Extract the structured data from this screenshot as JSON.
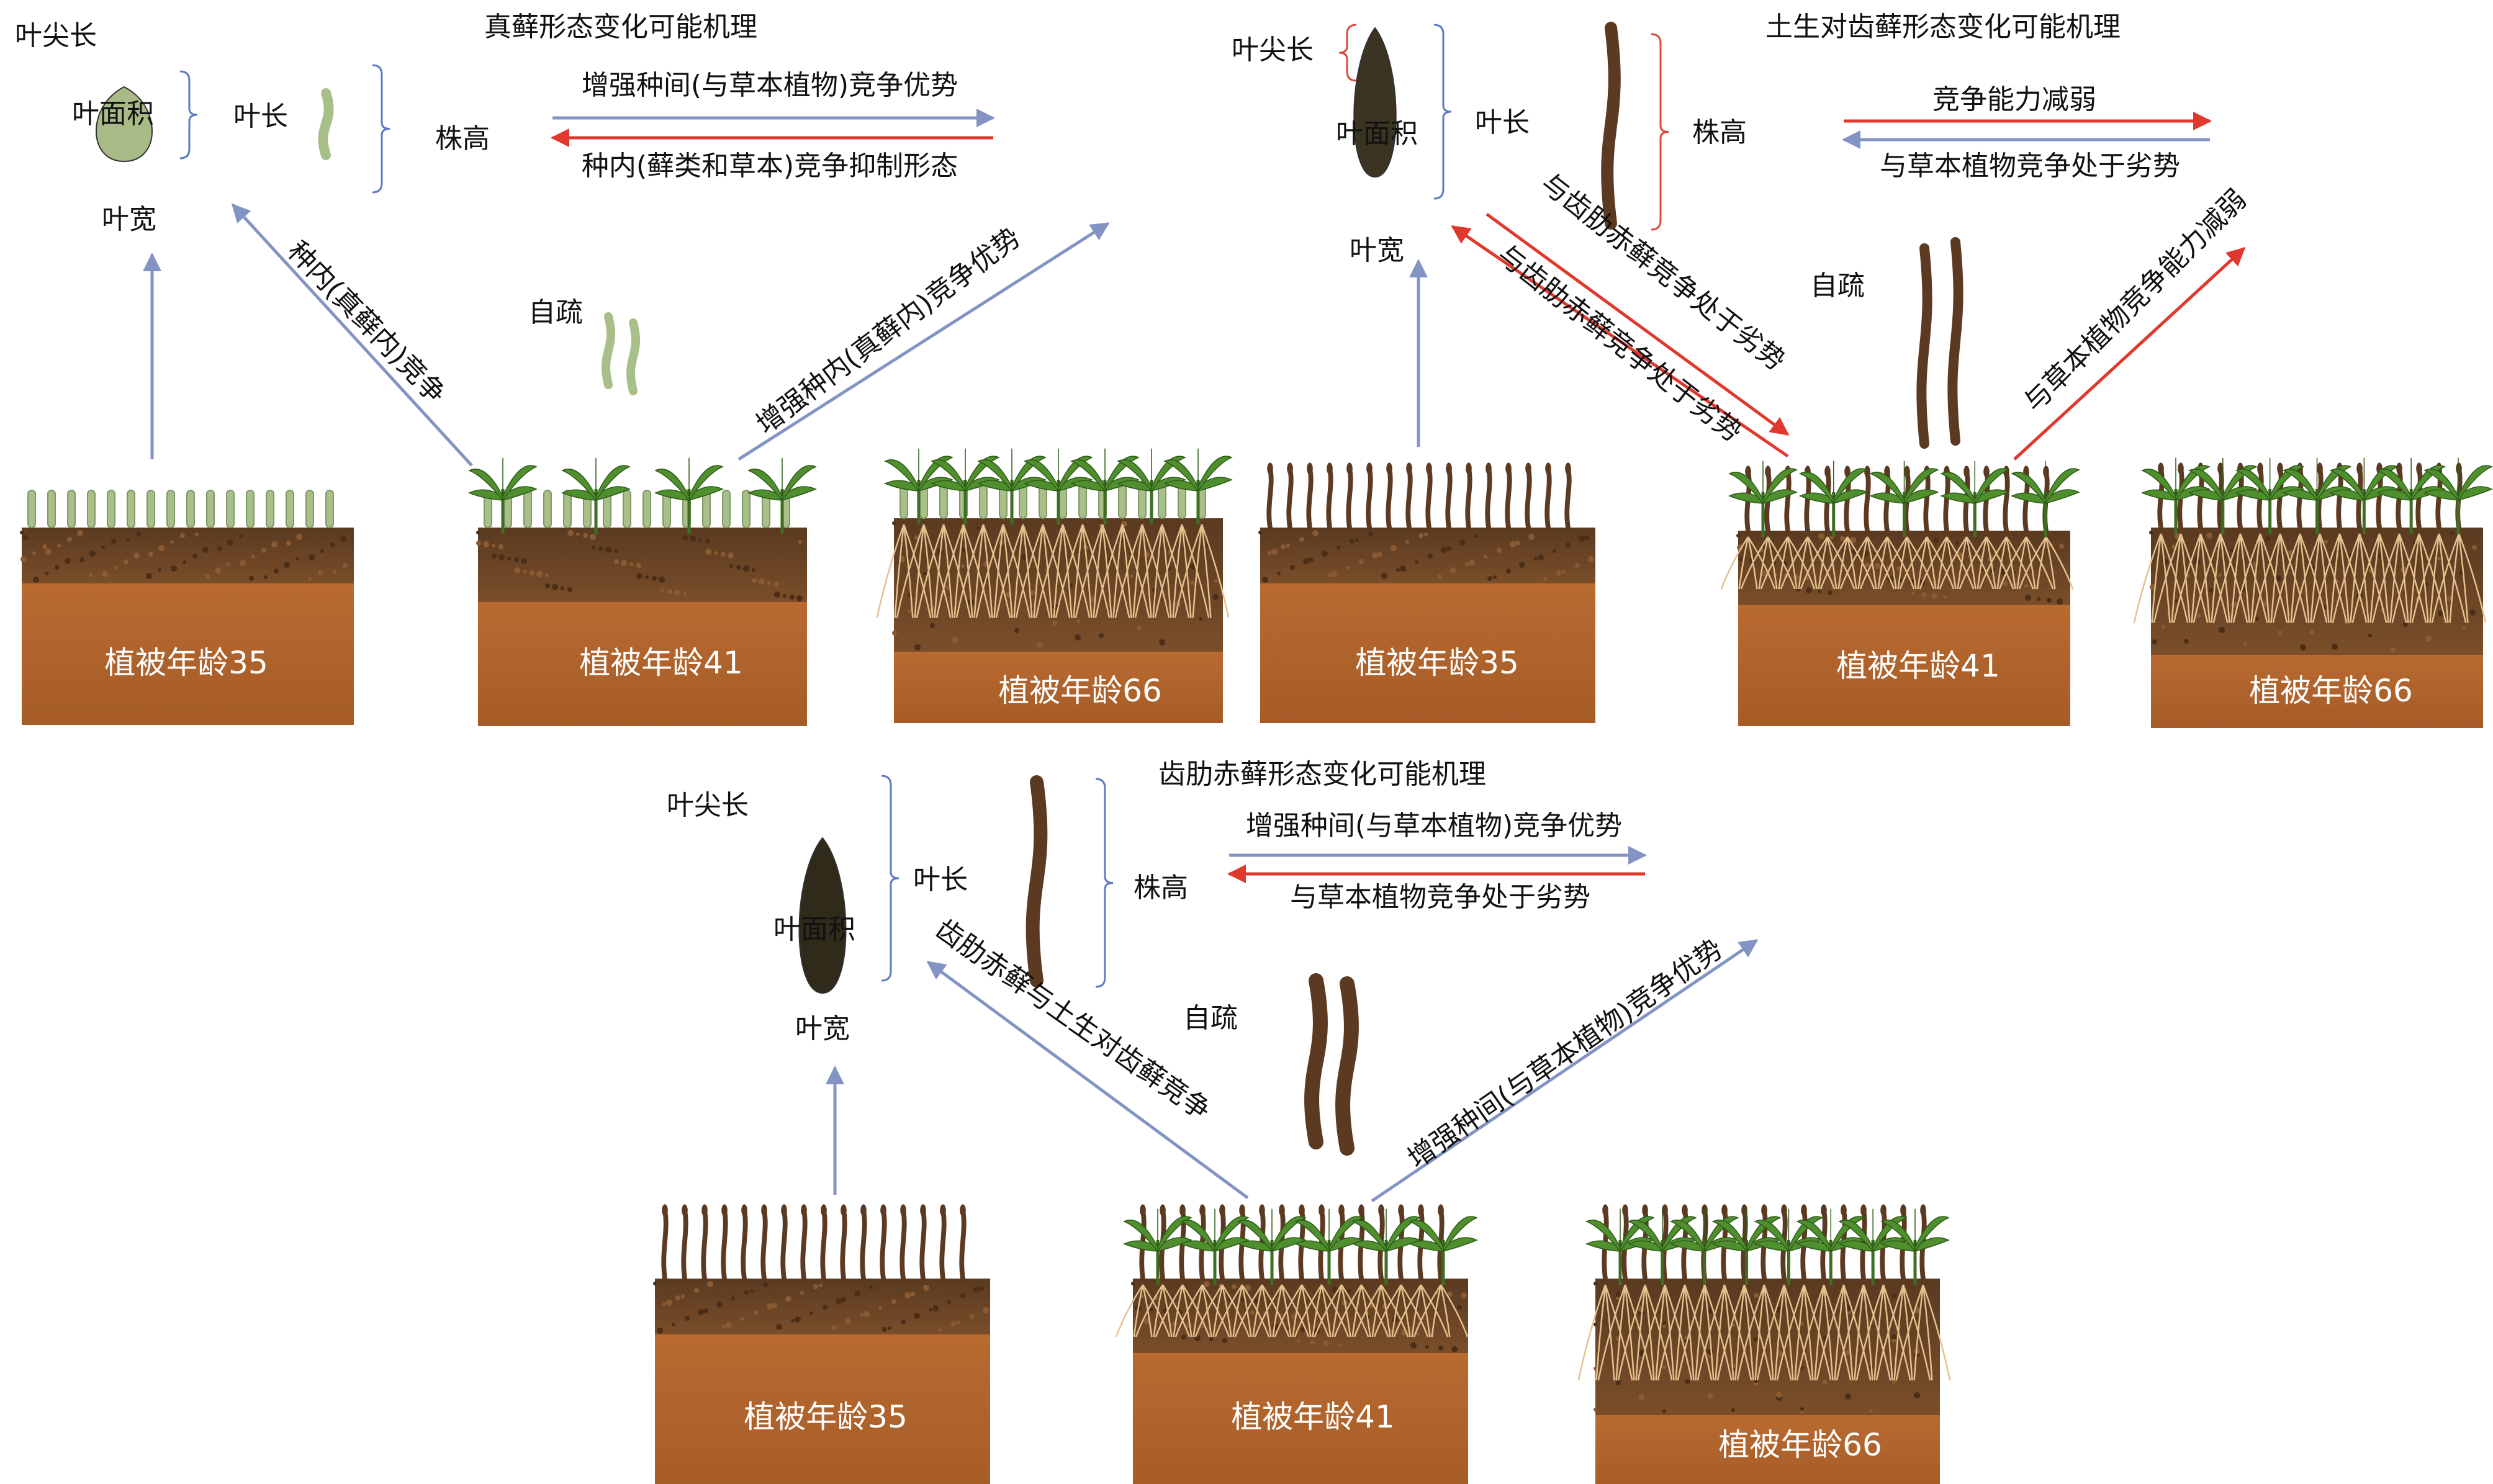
{
  "colors": {
    "blue_arrow": "#8393c4",
    "red_arrow": "#e0382c",
    "soil_top": "#6b4526",
    "soil_block": "#b4682f",
    "brace": "#5d7bbf",
    "brace_red": "#d84a3a",
    "leaf_green": "#4f8f2e",
    "moss_pale": "#a9bf8a",
    "moss_brown": "#5c3a22"
  },
  "panels": {
    "bryum": {
      "title": "真藓形态变化可能机理",
      "labels": {
        "leaf_tip": "叶尖长",
        "leaf_area": "叶面积",
        "leaf_width": "叶宽",
        "leaf_length": "叶长",
        "plant_height": "株高",
        "self_thinning": "自疏"
      },
      "legend": {
        "blue": "增强种间(与草本植物)竞争优势",
        "red": "种内(藓类和草本)竞争抑制形态"
      },
      "arrows": {
        "left": "种内(真藓内)竞争",
        "right": "增强种内(真藓内)竞争优势"
      },
      "ages": [
        "植被年龄35",
        "植被年龄41",
        "植被年龄66"
      ]
    },
    "didymodon": {
      "title": "土生对齿藓形态变化可能机理",
      "labels": {
        "leaf_tip": "叶尖长",
        "leaf_area": "叶面积",
        "leaf_width": "叶宽",
        "leaf_length": "叶长",
        "plant_height": "株高",
        "self_thinning": "自疏"
      },
      "legend": {
        "red": "竞争能力减弱",
        "blue": "与草本植物竞争处于劣势"
      },
      "arrows": {
        "left_upper": "与齿肋赤藓竞争处于劣势",
        "left_lower": "与齿肋赤藓竞争处于劣势",
        "right": "与草本植物竞争能力减弱"
      },
      "ages": [
        "植被年龄35",
        "植被年龄41",
        "植被年龄66"
      ]
    },
    "syntrichia": {
      "title": "齿肋赤藓形态变化可能机理",
      "labels": {
        "leaf_tip": "叶尖长",
        "leaf_area": "叶面积",
        "leaf_width": "叶宽",
        "leaf_length": "叶长",
        "plant_height": "株高",
        "self_thinning": "自疏"
      },
      "legend": {
        "blue": "增强种间(与草本植物)竞争优势",
        "red": "与草本植物竞争处于劣势"
      },
      "arrows": {
        "left": "齿肋赤藓与土生对齿藓竞争",
        "right": "增强种间(与草本植物)竞争优势"
      },
      "ages": [
        "植被年龄35",
        "植被年龄41",
        "植被年龄66"
      ]
    }
  }
}
